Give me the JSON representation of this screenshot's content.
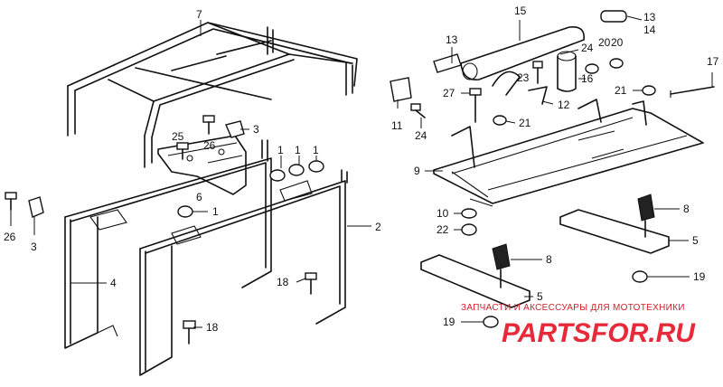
{
  "labels": {
    "l1a": "1",
    "l1b": "1",
    "l1c": "1",
    "l1d": "1",
    "l2": "2",
    "l3a": "3",
    "l3b": "3",
    "l4": "4",
    "l5a": "5",
    "l5b": "5",
    "l6": "6",
    "l7": "7",
    "l8a": "8",
    "l8b": "8",
    "l9": "9",
    "l10": "10",
    "l11": "11",
    "l12": "12",
    "l13a": "13",
    "l13b": "13",
    "l14": "14",
    "l15": "15",
    "l16": "16",
    "l17": "17",
    "l18a": "18",
    "l18b": "18",
    "l19a": "19",
    "l19b": "19",
    "l20a": "20",
    "l20b": "20",
    "l21a": "21",
    "l21b": "21",
    "l22": "22",
    "l23": "23",
    "l24a": "24",
    "l24b": "24",
    "l25": "25",
    "l26a": "26",
    "l26b": "26",
    "l27": "27"
  },
  "watermark": {
    "caption": "ЗАПЧАСТИ И АКСЕССУАРЫ ДЛЯ МОТОТЕХНИКИ",
    "logo": "PARTSFOR.RU",
    "color": "#e8293a"
  }
}
